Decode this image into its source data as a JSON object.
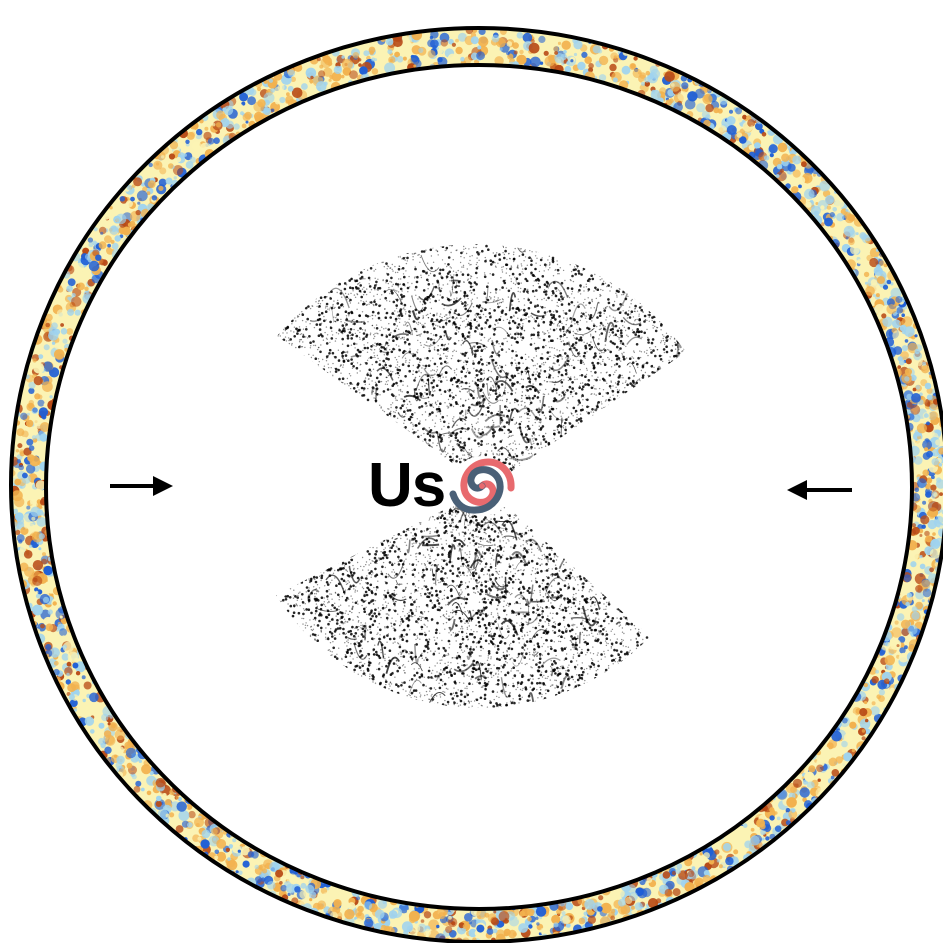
{
  "diagram": {
    "center_label": "Us",
    "cmb_shell": {
      "cold_color": "#1f5fd6",
      "cool_color": "#9fd3ef",
      "neutral_color": "#fbf3b4",
      "warm_color": "#f2b14e",
      "hot_color": "#b84a16",
      "outline_color": "#000000"
    },
    "galaxy_survey": {
      "filament_color": "#000000",
      "wedges": [
        "upper-wedge",
        "lower-wedge"
      ]
    },
    "observer_icon": {
      "name": "spiral-galaxy-icon",
      "arm_colors": [
        "#e86a6e",
        "#4a6077"
      ]
    },
    "arrows": [
      {
        "name": "left-arrow-icon",
        "points": "right"
      },
      {
        "name": "right-arrow-icon",
        "points": "left"
      }
    ]
  }
}
